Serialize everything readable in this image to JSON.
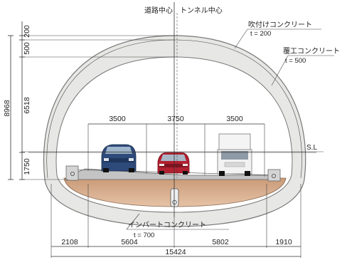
{
  "labels": {
    "road_center": "道路中心",
    "tunnel_center": "トンネル中心",
    "spray_concrete": "吹付けコンクリート",
    "spray_t": "t = 200",
    "lining_concrete": "覆工コンクリート",
    "lining_t": "t = 500",
    "invert_concrete": "インバートコンクリート",
    "invert_t": "t = 700",
    "sl": "S.L"
  },
  "dimensions": {
    "left_200": "200",
    "left_500": "500",
    "left_6518": "6518",
    "left_8968": "8968",
    "left_1750": "1750",
    "lane_1": "3500",
    "lane_2": "3750",
    "lane_3": "3500",
    "bottom_2108": "2108",
    "bottom_5604": "5604",
    "bottom_5802": "5802",
    "bottom_1910": "1910",
    "total_15424": "15424"
  },
  "colors": {
    "shell": "#e8e8e6",
    "shell_stroke": "#7a7a7a",
    "invert_fill": "#d9ab86",
    "road": "#b5b5b5",
    "car_blue": "#2d4a7a",
    "car_red": "#b32030",
    "truck_cab": "#f2f2f2"
  }
}
